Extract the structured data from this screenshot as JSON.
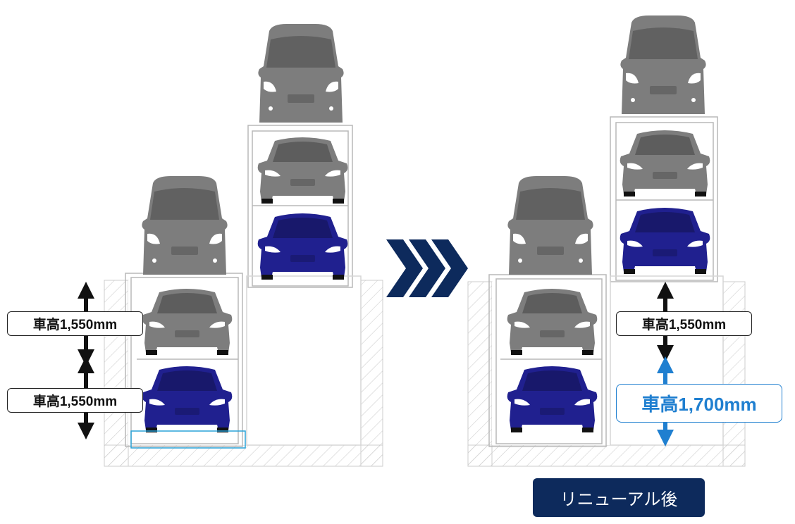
{
  "labels": {
    "left_upper": "車高1,550mm",
    "left_lower": "車高1,550mm",
    "right_upper": "車高1,550mm",
    "right_lower": "車高1,700mm"
  },
  "badge_after": "リニューアル後",
  "colors": {
    "car_gray": "#7d7d7d",
    "car_blue": "#20208f",
    "arrow_navy": "#0d2a5c",
    "highlight_blue": "#1f7fd0",
    "arrow_black": "#111111"
  },
  "icons": [
    "sedan-icon",
    "minivan-icon",
    "triple-chevron-icon",
    "double-arrow-icon"
  ]
}
